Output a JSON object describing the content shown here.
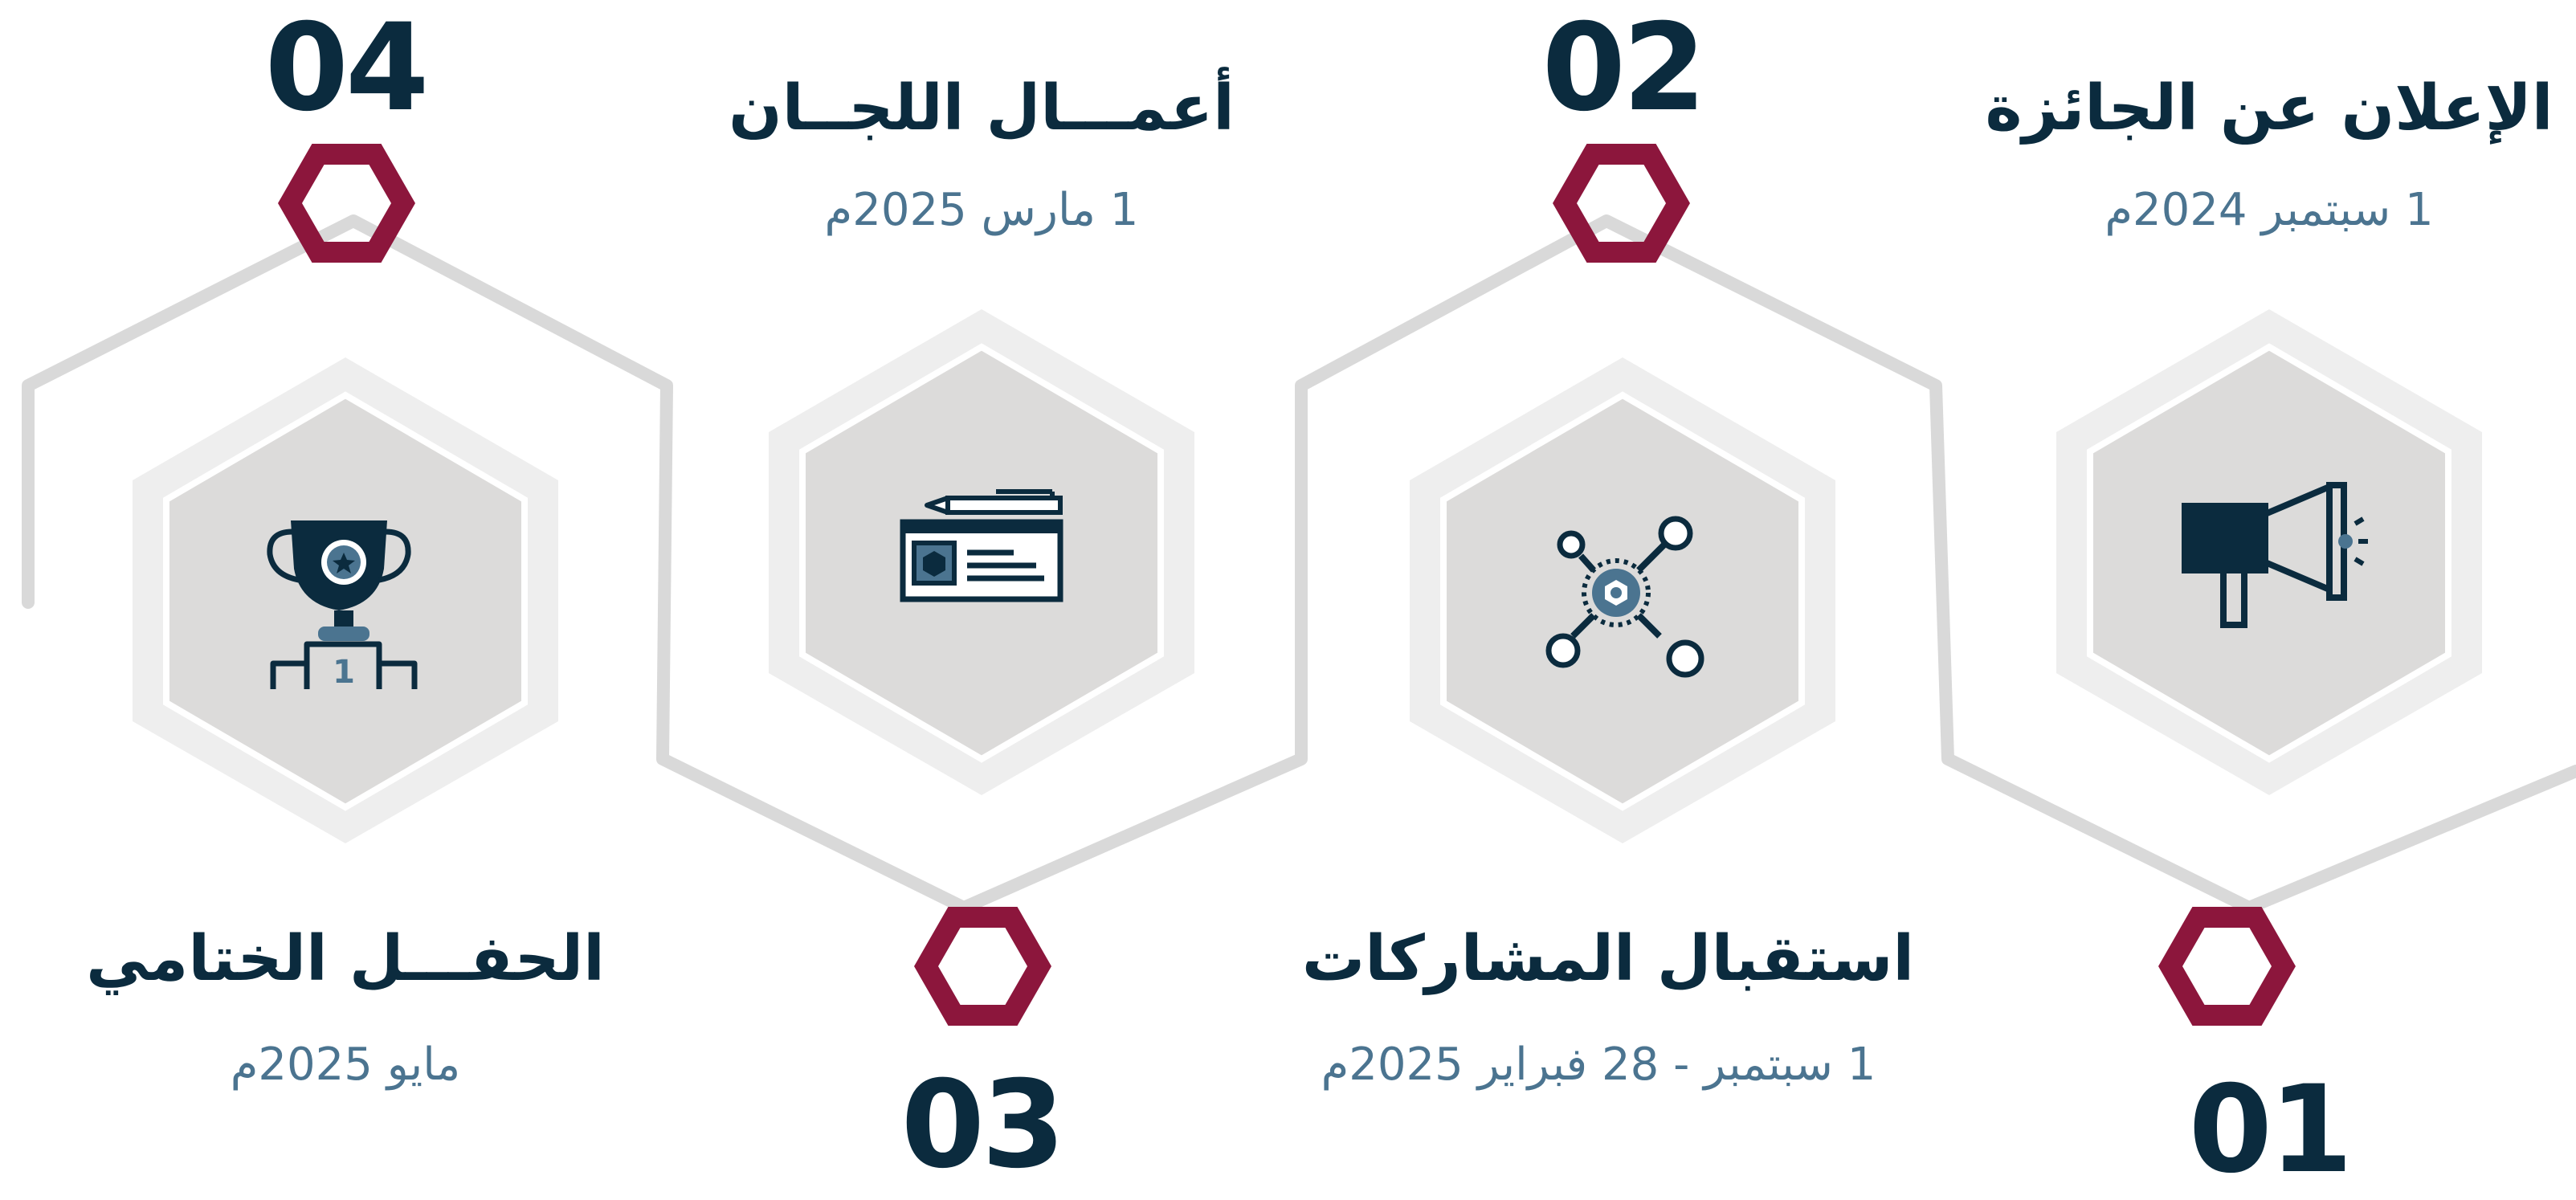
{
  "colors": {
    "navy": "#0b2b3e",
    "steel_blue": "#4b7490",
    "maroon": "#8c163c",
    "hex_fill": "#dcdbda",
    "hex_halo": "#eeeeee",
    "connector": "#d9d9d9"
  },
  "steps": [
    {
      "number": "01",
      "title": "الإعلان عن الجائزة",
      "date": "1 سبتمبر 2024م",
      "icon": "megaphone-icon"
    },
    {
      "number": "02",
      "title": "استقبال المشاركات",
      "date": "1 سبتمبر - 28 فبراير 2025م",
      "icon": "network-hub-icon"
    },
    {
      "number": "03",
      "title": "أعمـــال اللجــان",
      "date": "1 مارس 2025م",
      "icon": "id-card-pen-icon"
    },
    {
      "number": "04",
      "title": "الحفـــل الختامي",
      "date": "مايو 2025م",
      "icon": "trophy-podium-icon"
    }
  ],
  "podium_label": "1"
}
